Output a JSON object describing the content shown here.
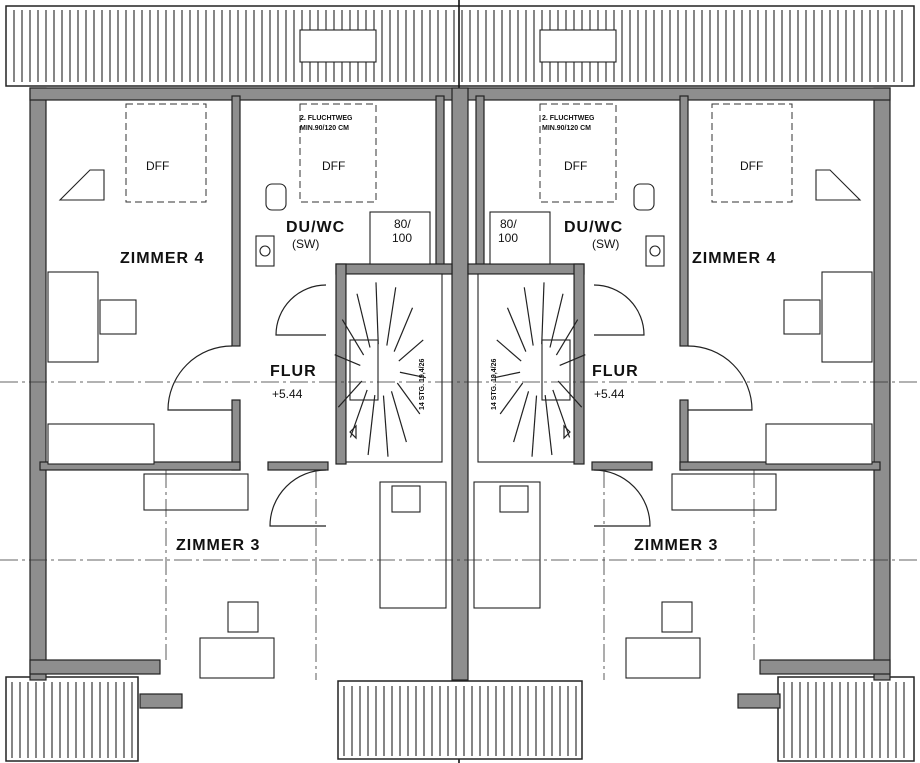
{
  "units": [
    {
      "side": "left",
      "rooms": {
        "zimmer4": "ZIMMER 4",
        "zimmer3": "ZIMMER 3",
        "flur": "FLUR",
        "flur_level": "+5.44",
        "bath": "DU/WC",
        "bath_note": "(SW)",
        "dff_a": "DFF",
        "dff_b": "DFF",
        "fluchtweg_1": "2. FLUCHTWEG",
        "fluchtweg_2": "MIN.90/120 CM",
        "shower_1": "80/",
        "shower_2": "100",
        "stair": "14 STG. 19,4/26"
      }
    },
    {
      "side": "right",
      "rooms": {
        "zimmer4": "ZIMMER 4",
        "zimmer3": "ZIMMER 3",
        "flur": "FLUR",
        "flur_level": "+5.44",
        "bath": "DU/WC",
        "bath_note": "(SW)",
        "dff_a": "DFF",
        "dff_b": "DFF",
        "fluchtweg_1": "2. FLUCHTWEG",
        "fluchtweg_2": "MIN.90/120 CM",
        "shower_1": "80/",
        "shower_2": "100",
        "stair": "14 STG. 19,4/26"
      }
    }
  ],
  "colors": {
    "wall": "#8e8e8e",
    "line": "#222222",
    "paper": "#ffffff"
  }
}
